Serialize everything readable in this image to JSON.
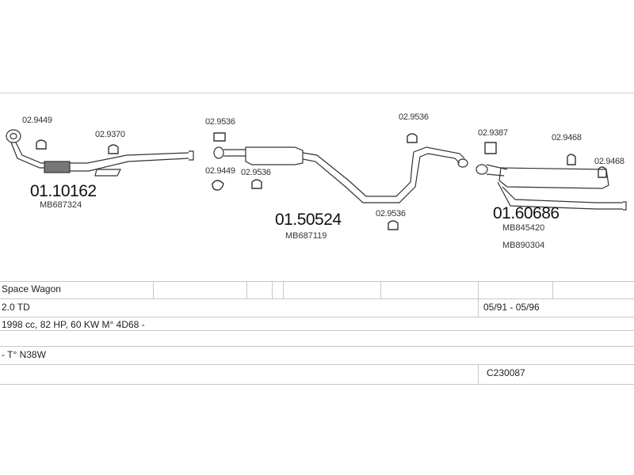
{
  "parts": {
    "front_pipe": {
      "number": "01.10162",
      "oem": "MB687324"
    },
    "middle_silencer": {
      "number": "01.50524",
      "oem": "MB687119"
    },
    "rear_silencer": {
      "number": "01.60686",
      "oem_1": "MB845420",
      "oem_2": "MB890304"
    }
  },
  "accessories": {
    "a1": "02.9449",
    "a2": "02.9370",
    "a3": "02.9536",
    "a4": "02.9449",
    "a5": "02.9536",
    "a6": "02.9536",
    "a7": "02.9536",
    "a8": "02.9387",
    "a9": "02.9468",
    "a10": "02.9468"
  },
  "vehicle": {
    "model": "Space Wagon",
    "engine": "2.0 TD",
    "years": "05/91 - 05/96",
    "spec": "1998 cc, 82 HP, 60 KW M° 4D68 -",
    "type": "- T° N38W",
    "code": "C230087"
  }
}
